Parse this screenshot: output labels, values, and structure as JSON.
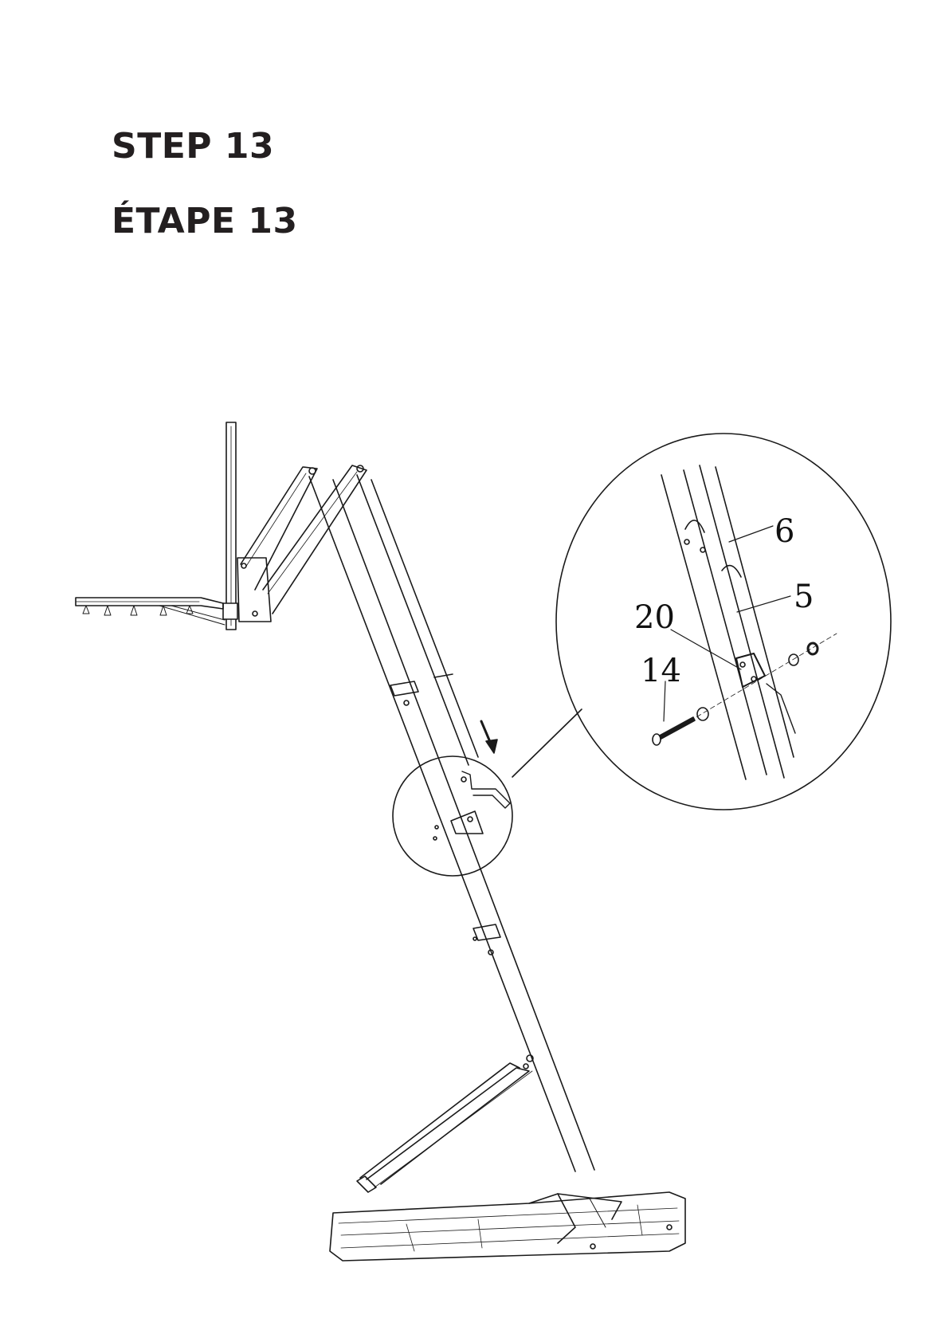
{
  "page": {
    "title_en": "STEP 13",
    "title_fr": "ÉTAPE 13"
  },
  "diagram": {
    "description_items": [],
    "callouts": {
      "part_6": "6",
      "part_5": "5",
      "part_20": "20",
      "part_14": "14"
    }
  }
}
